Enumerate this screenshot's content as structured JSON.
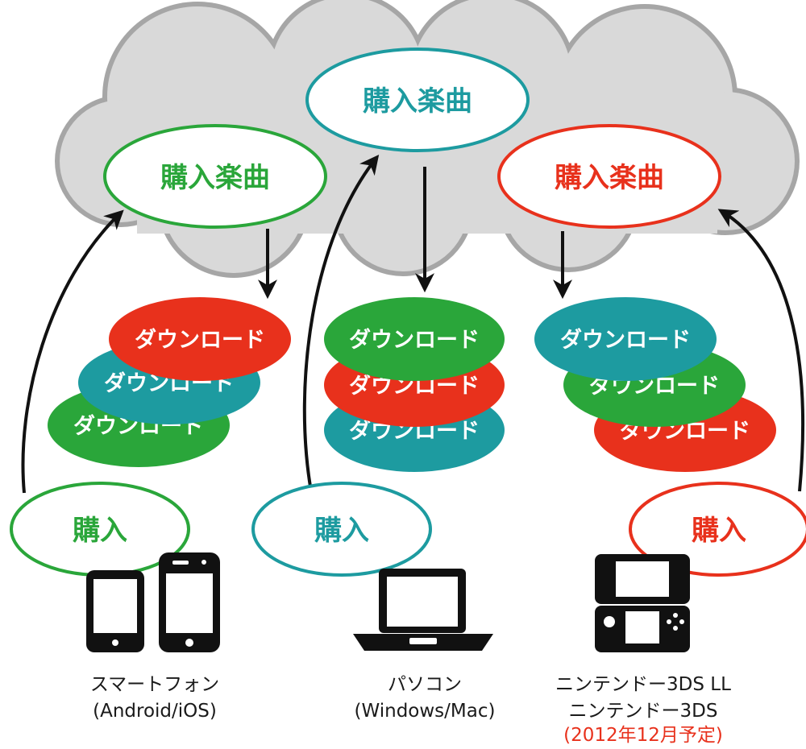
{
  "colors": {
    "green": "#2aa63a",
    "teal": "#1d9ba0",
    "red": "#e8311c",
    "cloud_fill": "#d9d9d9",
    "cloud_stroke": "#a6a6a6",
    "arrow": "#111111",
    "caption": "#1a1a1a",
    "note_red": "#e8311c"
  },
  "icons": [
    "smartphone-android-icon",
    "smartphone-ios-icon",
    "laptop-icon",
    "nintendo-3ds-icon"
  ],
  "cloud": {
    "purchased_song_green": "購入楽曲",
    "purchased_song_teal": "購入楽曲",
    "purchased_song_red": "購入楽曲"
  },
  "download_label": "ダウンロード",
  "downloads": {
    "smartphone": [
      "ダウンロード",
      "ダウンロード",
      "ダウンロード"
    ],
    "pc": [
      "ダウンロード",
      "ダウンロード",
      "ダウンロード"
    ],
    "ds": [
      "ダウンロード",
      "ダウンロード",
      "ダウンロード"
    ]
  },
  "purchase": {
    "smartphone": "購入",
    "pc": "購入",
    "ds": "購入"
  },
  "devices": {
    "smartphone": {
      "line1": "スマートフォン",
      "line2": "(Android/iOS)"
    },
    "pc": {
      "line1": "パソコン",
      "line2": "(Windows/Mac)"
    },
    "ds": {
      "line1": "ニンテンドー3DS LL",
      "line2": "ニンテンドー3DS",
      "line3": "(2012年12月予定)"
    }
  }
}
